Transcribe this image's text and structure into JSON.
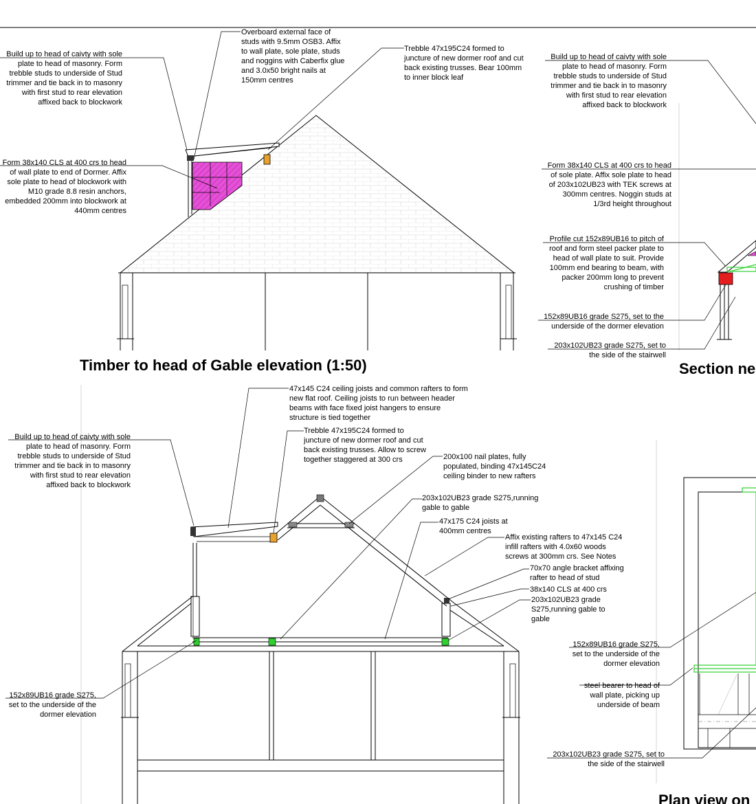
{
  "colors": {
    "line": "#000000",
    "hatch_pink": "#e64fd8",
    "timber_orange": "#e8a12c",
    "steel_red": "#e41e1e",
    "steel_green": "#2fd02f",
    "tile_grid": "#d4d4d4"
  },
  "titles": {
    "gable": "Timber to head of Gable elevation (1:50)",
    "section": "Section ne",
    "plan": "Plan view on"
  },
  "notes": {
    "g_build_up": [
      "Build up to head of caivty with sole",
      "plate to head of masonry. Form",
      "trebble studs to underside of Stud",
      "trimmer and tie back in to masonry",
      "with first stud to rear elevation",
      "affixed back to blockwork"
    ],
    "g_overboard": [
      "Overboard external face of",
      "studs with 9.5mm OSB3. Affix",
      "to wall plate, sole plate, studs",
      "and noggins with Caberfix glue",
      "and 3.0x50 bright nails at",
      "150mm centres"
    ],
    "g_trebble": [
      "Trebble 47x195C24 formed to",
      "juncture of new dormer roof and cut",
      "back existing trusses. Bear 100mm",
      "to inner block leaf"
    ],
    "g_form": [
      "Form 38x140 CLS at 400 crs to head",
      "of wall plate to end of Dormer. Affix",
      "sole plate to head of blockwork with",
      "M10 grade 8.8 resin anchors,",
      "embedded 200mm into blockwork at",
      "440mm centres"
    ],
    "s_build_up": [
      "Build up to head of caivty with sole",
      "plate to head of masonry. Form",
      "trebble studs to underside of Stud",
      "trimmer and tie back in to masonry",
      "with first stud to rear elevation",
      "affixed back to blockwork"
    ],
    "s_form": [
      "Form 38x140 CLS at 400 crs to head",
      "of sole plate. Affix sole plate to head",
      "of 203x102UB23 with TEK screws at",
      "300mm centres. Noggin studs at",
      "1/3rd height throughout"
    ],
    "s_profile": [
      "Profile cut 152x89UB16 to pitch of",
      "roof and form steel packer plate to",
      "head of wall plate to suit. Provide",
      "100mm end bearing to beam, with",
      "packer 200mm long to prevent",
      "crushing of timber"
    ],
    "s_152": [
      "152x89UB16 grade S275, set to the",
      "underside of the dormer elevation"
    ],
    "s_203": [
      "203x102UB23 grade S275, set to",
      "the side of the stairwell"
    ],
    "b_47x145": [
      "47x145 C24 ceiling joists and common rafters to form",
      "new flat roof. Ceiling joists to run between header",
      "beams with face fixed joist hangers to ensure",
      "structure is tied together"
    ],
    "b_build_up": [
      "Build up to head of caivty with sole",
      "plate to head of masonry. Form",
      "trebble studs to underside of Stud",
      "trimmer and tie back in to masonry",
      "with first stud to rear elevation",
      "affixed back to blockwork"
    ],
    "b_trebble": [
      "Trebble 47x195C24 formed to",
      "juncture of new dormer roof and cut",
      "back existing trusses. Allow to screw",
      "together staggered at 300 crs"
    ],
    "b_200x100": [
      "200x100 nail plates, fully",
      "populated, binding 47x145C24",
      "ceiling binder to new rafters"
    ],
    "b_203_gable": [
      "203x102UB23 grade S275,running",
      "gable to gable"
    ],
    "b_47x175": [
      "47x175 C24 joists at",
      "400mm centres"
    ],
    "b_affix": [
      "Affix existing rafters to 47x145 C24",
      "infill rafters with 4.0x60 woods",
      "screws at 300mm crs. See Notes"
    ],
    "b_70x70": [
      "70x70 angle bracket affixing",
      "rafter to head of stud"
    ],
    "b_38x140": [
      "38x140 CLS at 400 crs"
    ],
    "b_203_right": [
      "203x102UB23 grade",
      "S275,running gable to",
      "gable"
    ],
    "b_152_left": [
      "152x89UB16 grade S275,",
      "set to the underside of the",
      "dormer elevation"
    ],
    "p_152": [
      "152x89UB16 grade S275,",
      "set to the underside of the",
      "dormer elevation"
    ],
    "p_steel": [
      "steel bearer to head of",
      "wall plate, picking up",
      "underside of beam"
    ],
    "p_203": [
      "203x102UB23 grade S275, set to",
      "the side of the stairwell"
    ]
  }
}
